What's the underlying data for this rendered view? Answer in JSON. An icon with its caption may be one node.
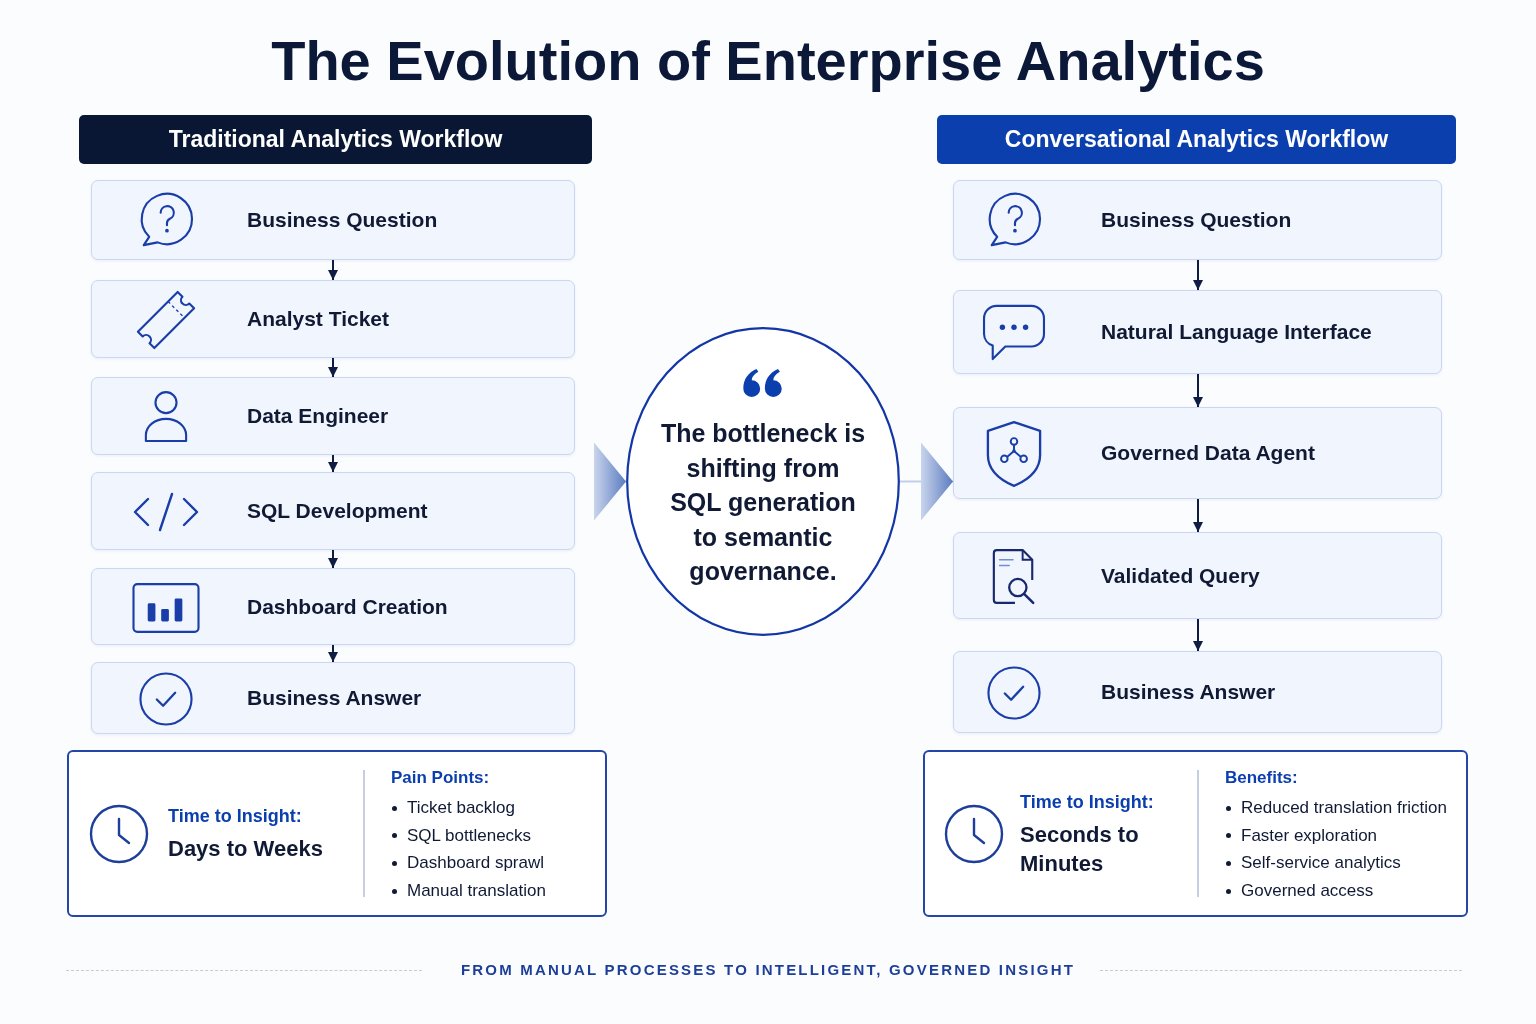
{
  "diagram": {
    "title": "The Evolution of Enterprise Analytics",
    "nodes": [
      {
        "text": [
          "Traditional Analytics Workflow"
        ]
      },
      {
        "text": [
          "Business Question"
        ]
      },
      {
        "text": [
          "Analyst Ticket"
        ]
      },
      {
        "text": [
          "Data Engineer"
        ]
      },
      {
        "text": [
          "SQL Development"
        ]
      },
      {
        "text": [
          "Dashboard Creation"
        ]
      },
      {
        "text": [
          "Business Answer"
        ]
      },
      {
        "text": [
          "Conversational Analytics Workflow"
        ]
      },
      {
        "text": [
          "Business Question"
        ]
      },
      {
        "text": [
          "Natural Language Interface"
        ]
      },
      {
        "text": [
          "Governed Data Agent"
        ]
      },
      {
        "text": [
          "Validated Query"
        ]
      },
      {
        "text": [
          "Business Answer"
        ]
      },
      {
        "text": [
          "The bottleneck is shifting from SQL generation to semantic governance."
        ]
      },
      {
        "text": [
          "Time to Insight:",
          "Days to Weeks",
          "Pain Points:",
          "Ticket backlog",
          "SQL bottlenecks",
          "Dashboard sprawl",
          "Manual translation"
        ]
      },
      {
        "text": [
          "Time to Insight:",
          "Seconds to Minutes",
          "Benefits:",
          "Reduced translation friction",
          "Faster exploration",
          "Self-service analytics",
          "Governed access"
        ]
      }
    ],
    "edges": [
      {
        "from": 1,
        "to": 2,
        "arrow": "to"
      },
      {
        "from": 2,
        "to": 3,
        "arrow": "to"
      },
      {
        "from": 3,
        "to": 4,
        "arrow": "to"
      },
      {
        "from": 4,
        "to": 5,
        "arrow": "to"
      },
      {
        "from": 5,
        "to": 6,
        "arrow": "to"
      },
      {
        "from": 8,
        "to": 9,
        "arrow": "to"
      },
      {
        "from": 9,
        "to": 10,
        "arrow": "to"
      },
      {
        "from": 10,
        "to": 11,
        "arrow": "to"
      },
      {
        "from": 11,
        "to": 12,
        "arrow": "to"
      },
      {
        "from": null,
        "to": 13,
        "arrow": "to",
        "color": "#5b7cbf"
      },
      {
        "from": 13,
        "to": 10,
        "arrow": "to",
        "color": "#5b7cbf"
      }
    ],
    "labels": [
      "FROM MANUAL PROCESSES TO INTELLIGENT, GOVERNED INSIGHT"
    ]
  }
}
